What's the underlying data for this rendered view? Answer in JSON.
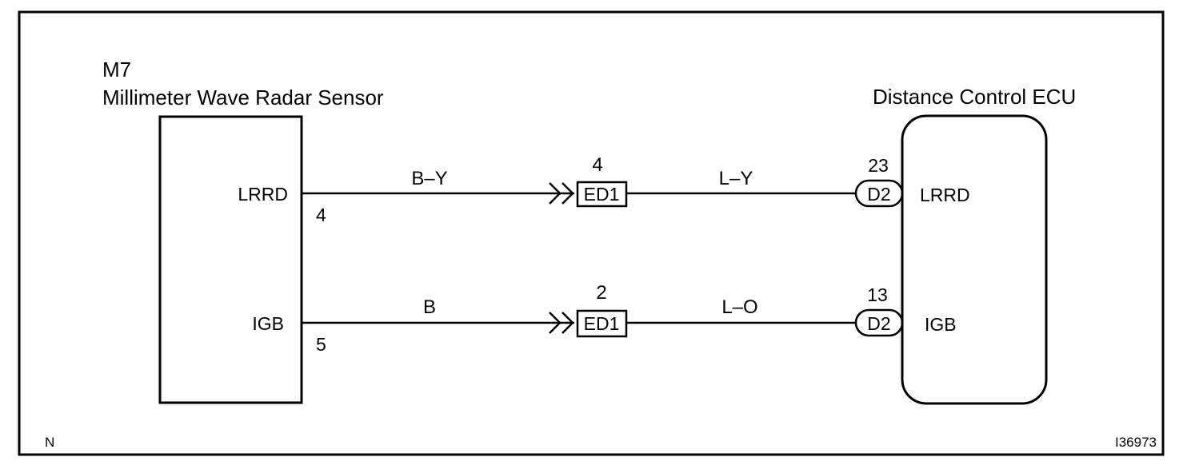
{
  "left_component": {
    "code": "M7",
    "name": "Millimeter Wave Radar Sensor",
    "pins": [
      {
        "label": "LRRD",
        "number": "4"
      },
      {
        "label": "IGB",
        "number": "5"
      }
    ]
  },
  "right_component": {
    "name": "Distance Control ECU",
    "pins": [
      {
        "label": "LRRD",
        "connector": "D2",
        "number": "23"
      },
      {
        "label": "IGB",
        "connector": "D2",
        "number": "13"
      }
    ]
  },
  "wires": [
    {
      "color_left": "B–Y",
      "junction": "ED1",
      "junction_pin": "4",
      "color_right": "L–Y"
    },
    {
      "color_left": "B",
      "junction": "ED1",
      "junction_pin": "2",
      "color_right": "L–O"
    }
  ],
  "footer": {
    "corner_mark": "N",
    "figure_id": "I36973"
  }
}
